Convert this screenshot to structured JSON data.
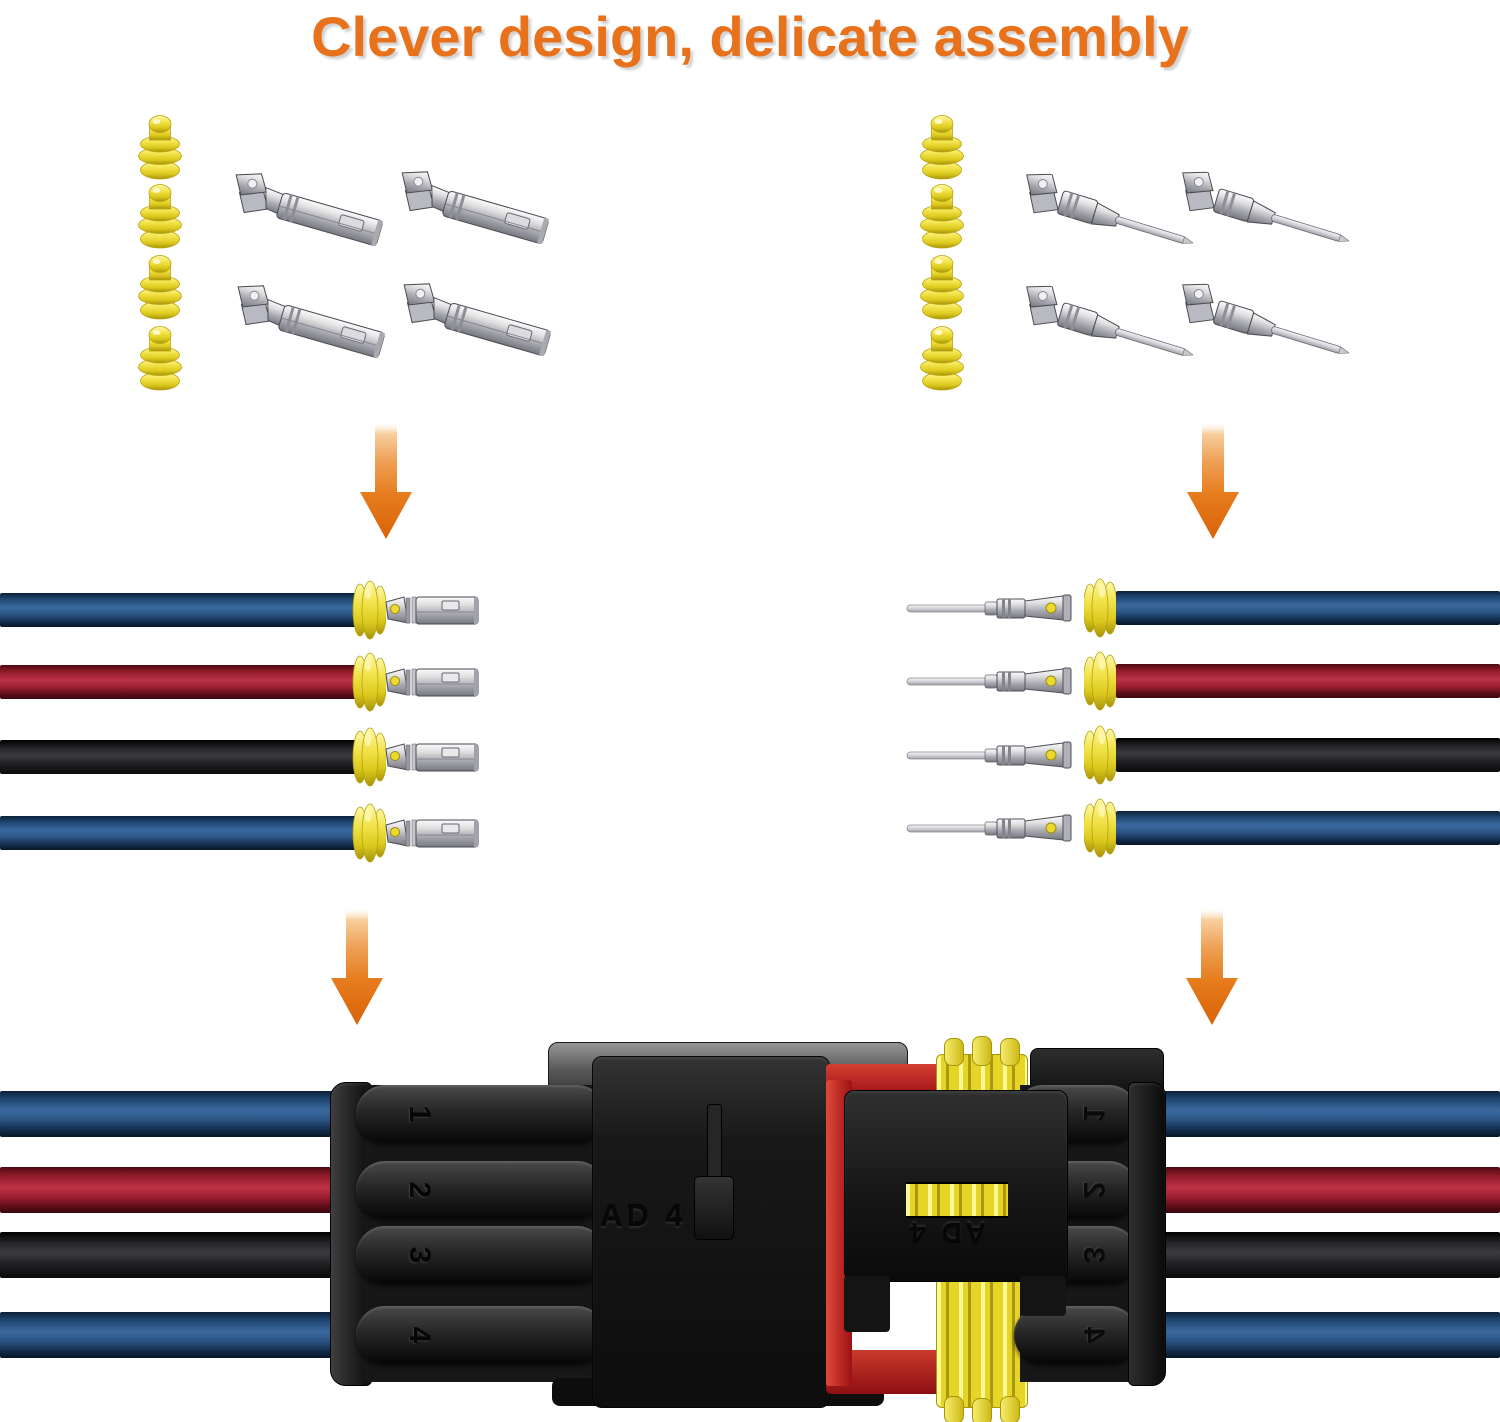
{
  "title": "Clever design, delicate assembly",
  "connector": {
    "body_label": "AD 4",
    "latch_label": "AD 4",
    "left_channels": [
      "1",
      "2",
      "3",
      "4"
    ],
    "right_channels": [
      "1",
      "2",
      "3",
      "4"
    ]
  },
  "colors": {
    "accent_orange": "#E8721C",
    "wire_blue": "#2E5C94",
    "wire_red": "#B02A3C",
    "wire_black": "#202024",
    "seal_yellow": "#F0E143",
    "terminal_silver": "#D7D7DC",
    "housing_black": "#171717",
    "inner_red": "#C03227"
  }
}
